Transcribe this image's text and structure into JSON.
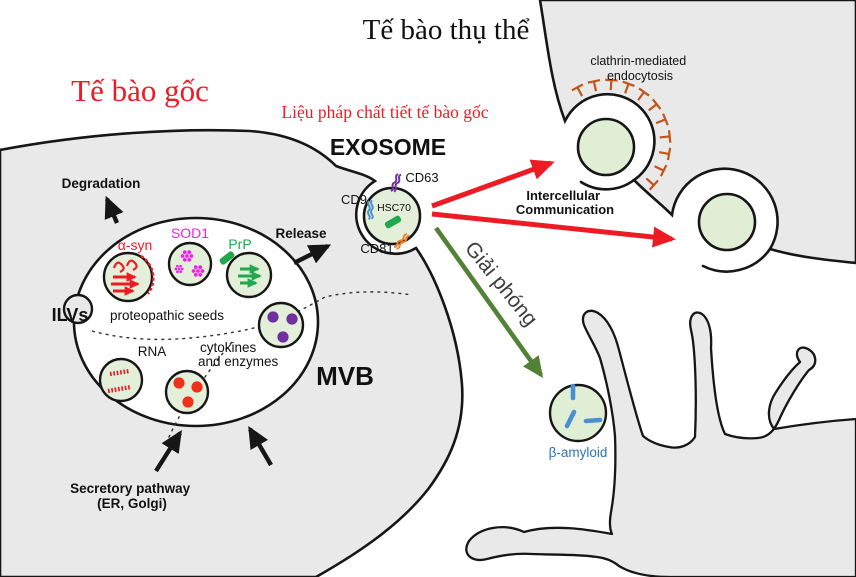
{
  "figure": {
    "stem_cell_title": "Tế bào gốc",
    "receptor_cell_title": "Tế bào thụ thể",
    "therapy_caption": "Liệu pháp chất tiết tế bào gốc",
    "exosome_title": "EXOSOME"
  },
  "stem_cell": {
    "degradation_label": "Degradation",
    "release_label": "Release",
    "ilvs_label": "ILVs",
    "mvb_label": "MVB",
    "proteopathic_seeds_label": "proteopathic seeds",
    "rna_label": "RNA",
    "cytokines_line1": "cytokines",
    "cytokines_line2": "and enzymes",
    "secretory_line1": "Secretory pathway",
    "secretory_line2": "(ER, Golgi)",
    "cargo": {
      "alpha_syn": "α-syn",
      "sod1": "SOD1",
      "prp": "PrP"
    }
  },
  "exosome_markers": {
    "cd9": "CD9",
    "cd63": "CD63",
    "cd81": "CD81",
    "hsc70": "HSC70"
  },
  "pathways": {
    "intercellular_line1": "Intercellular",
    "intercellular_line2": "Communication",
    "clathrin_line1": "clathrin-mediated",
    "clathrin_line2": "endocytosis",
    "release_vn": "Giải phóng",
    "beta_amyloid": "β-amyloid"
  },
  "colors": {
    "accent_red": "#ed1c24",
    "arrow_green": "#538135",
    "cell_gray": "#e9e9e9",
    "outline_black": "#161616",
    "vesicle_green": "#e3efd8",
    "magenta": "#ee22ee",
    "protein_green": "#21a74d",
    "purple": "#7030a0",
    "granule_red": "#ee3118",
    "clathrin_orange": "#c0541a",
    "marker_blue": "#4a8fd4",
    "marker_orange": "#f08030",
    "label_blue": "#2e74b5",
    "text_dark": "#3d3d3d"
  }
}
